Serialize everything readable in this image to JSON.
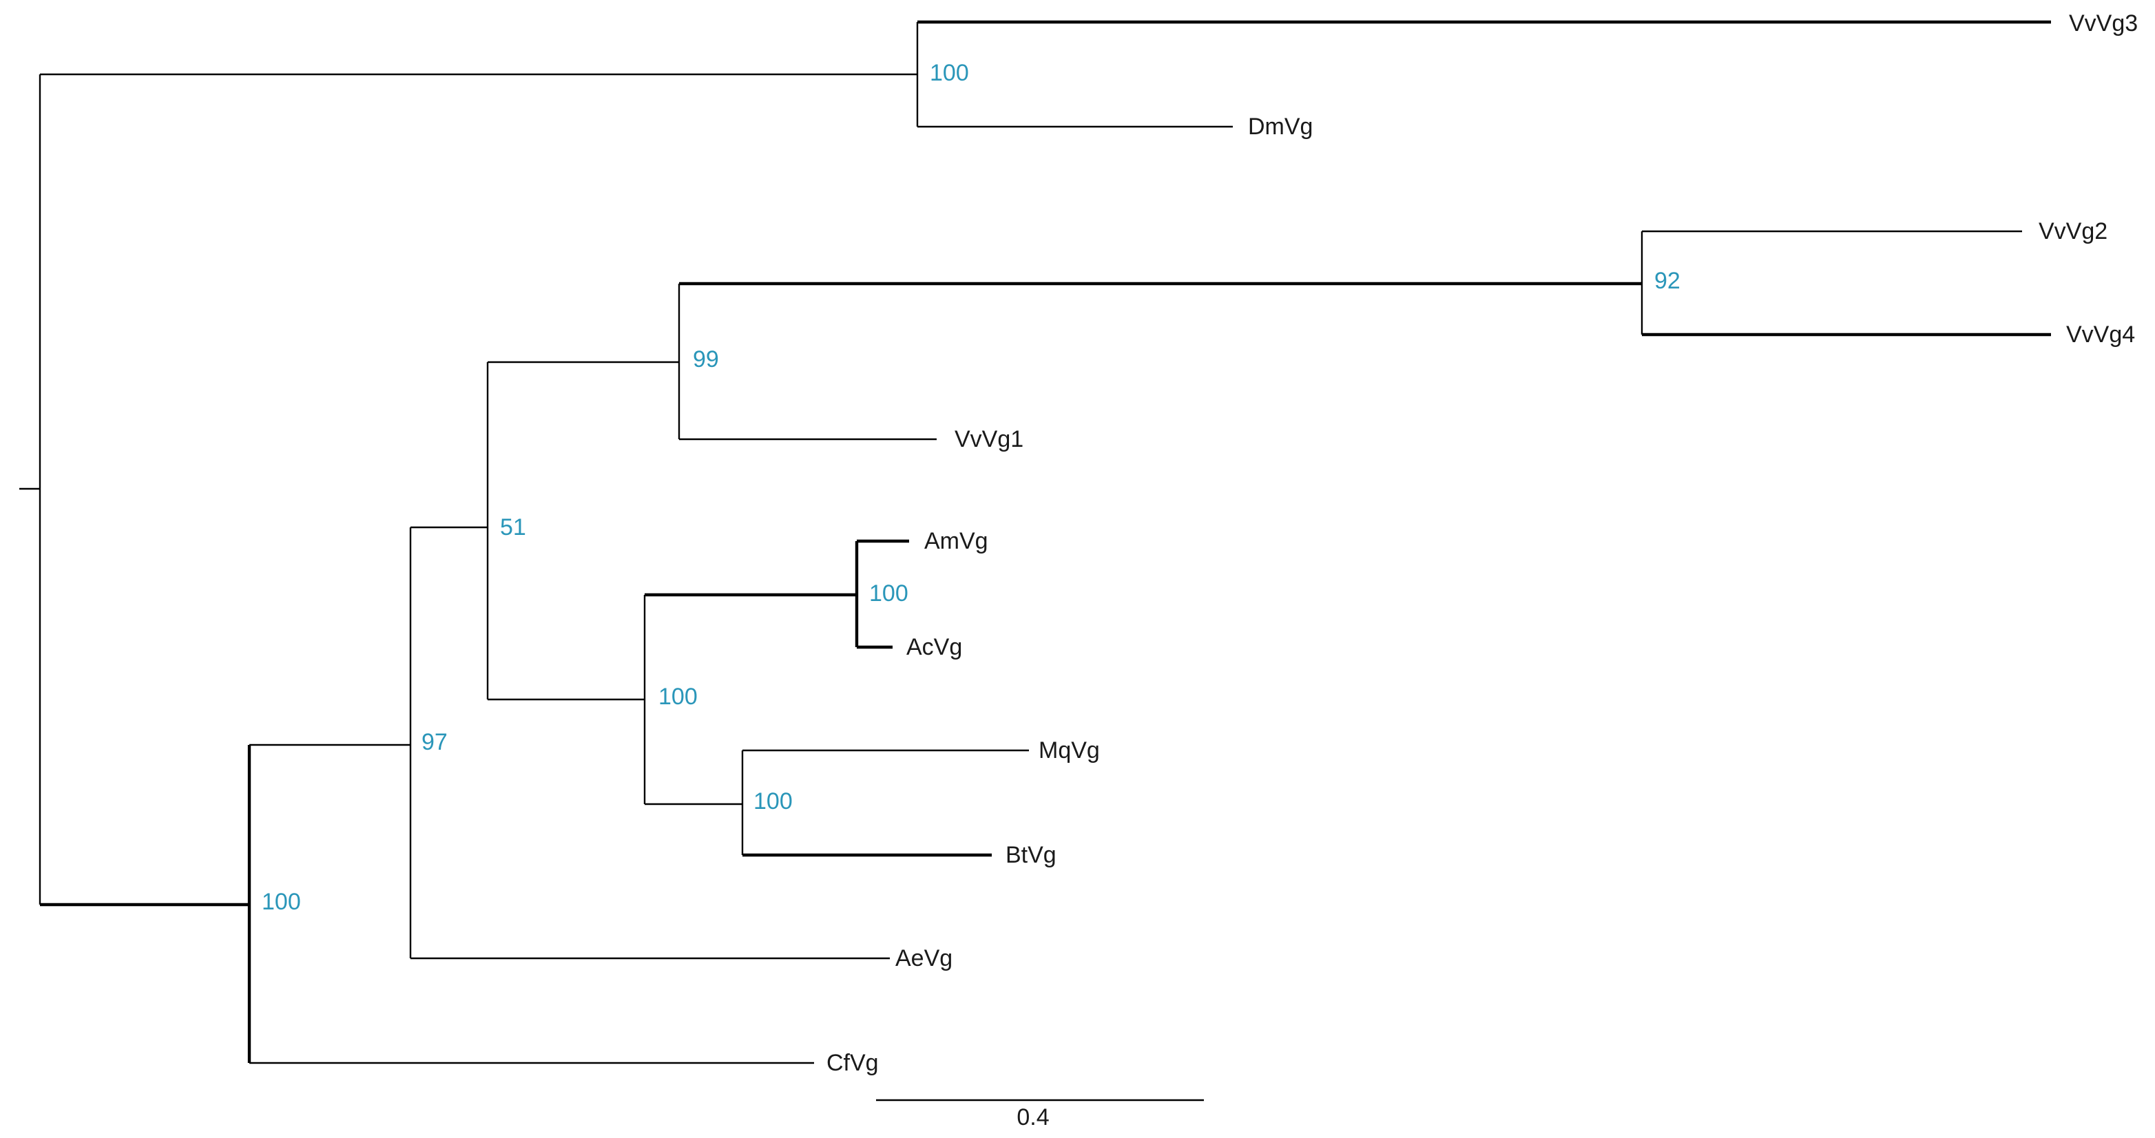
{
  "tree": {
    "leaves": {
      "vvvg3": "VvVg3",
      "dmvg": "DmVg",
      "vvvg2": "VvVg2",
      "vvvg4": "VvVg4",
      "vvvg1": "VvVg1",
      "amvg": "AmVg",
      "acvg": "AcVg",
      "mqvg": "MqVg",
      "btvg": "BtVg",
      "aevg": "AeVg",
      "cfvg": "CfVg"
    },
    "support_values": {
      "vvvg3_dmvg": "100",
      "vvvg2_vvvg4": "92",
      "vvvg1_clade": "99",
      "node_51": "51",
      "amvg_acvg": "100",
      "bee_clade": "100",
      "mqvg_btvg": "100",
      "node_97": "97",
      "ingroup": "100"
    },
    "support_color": "#2a96b9",
    "scale_bar": {
      "label": "0.4",
      "value": 0.4
    }
  }
}
